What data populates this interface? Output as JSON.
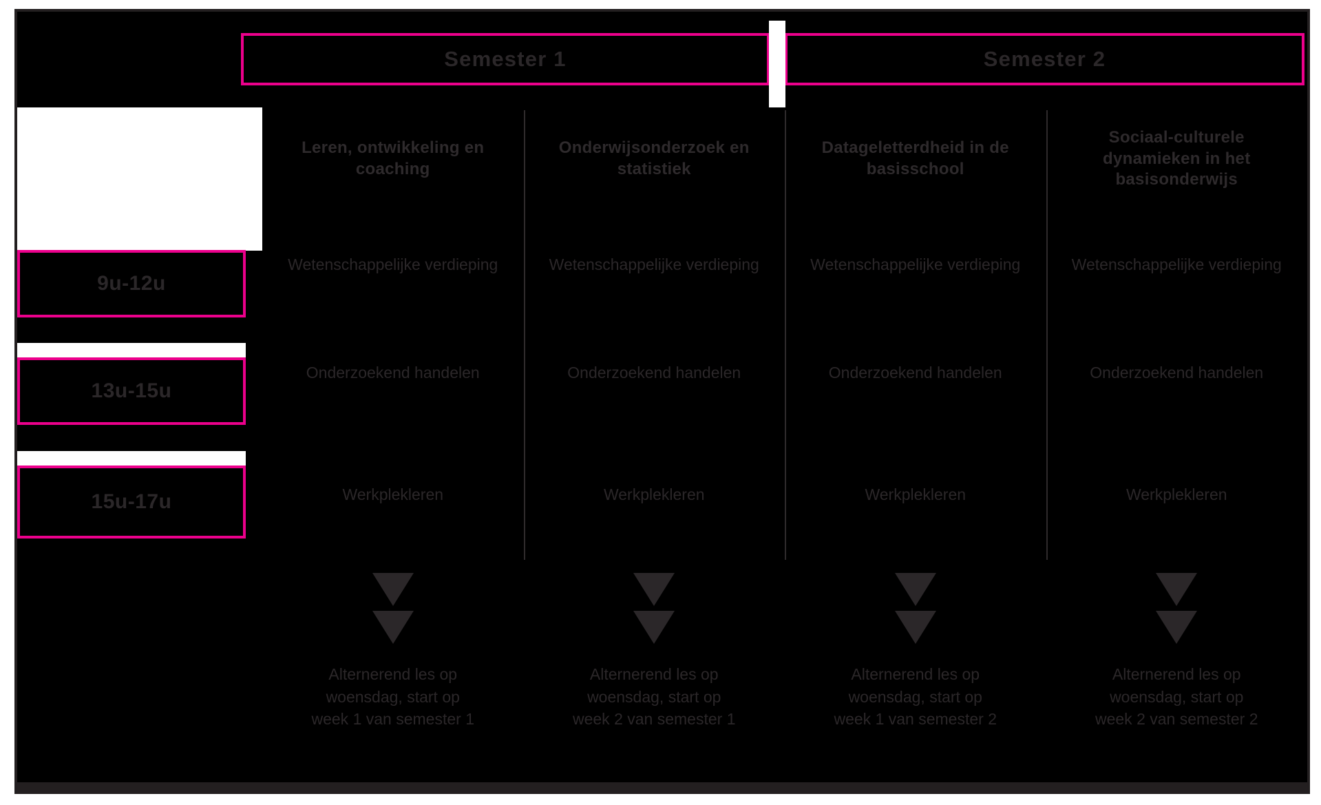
{
  "colors": {
    "accent_pink": "#ec008c",
    "frame_grey": "#231f20",
    "stage_black": "#000000",
    "text_dark": "#2b2729",
    "panel_white": "#ffffff"
  },
  "semesters": [
    {
      "label": "Semester 1"
    },
    {
      "label": "Semester 2"
    }
  ],
  "time_slots": [
    {
      "label": "9u-12u"
    },
    {
      "label": "13u-15u"
    },
    {
      "label": "15u-17u"
    }
  ],
  "columns": [
    {
      "title": "Leren, ontwikkeling en coaching",
      "cells": [
        "Wetenschappelijke verdieping",
        "Onderzoekend handelen",
        "Werkplekleren"
      ],
      "note": "Alternerend les op\nwoensdag, start op\nweek 1 van semester 1"
    },
    {
      "title": "Onderwijsonderzoek en statistiek",
      "cells": [
        "Wetenschappelijke verdieping",
        "Onderzoekend handelen",
        "Werkplekleren"
      ],
      "note": "Alternerend les op\nwoensdag, start op\nweek 2 van semester 1"
    },
    {
      "title": "Datageletterdheid in de basisschool",
      "cells": [
        "Wetenschappelijke verdieping",
        "Onderzoekend handelen",
        "Werkplekleren"
      ],
      "note": "Alternerend les op\nwoensdag, start op\nweek 1 van semester 2"
    },
    {
      "title": "Sociaal-culturele dynamieken in het basisonderwijs",
      "cells": [
        "Wetenschappelijke verdieping",
        "Onderzoekend handelen",
        "Werkplekleren"
      ],
      "note": "Alternerend les op\nwoensdag, start op\nweek 2 van semester 2"
    }
  ]
}
